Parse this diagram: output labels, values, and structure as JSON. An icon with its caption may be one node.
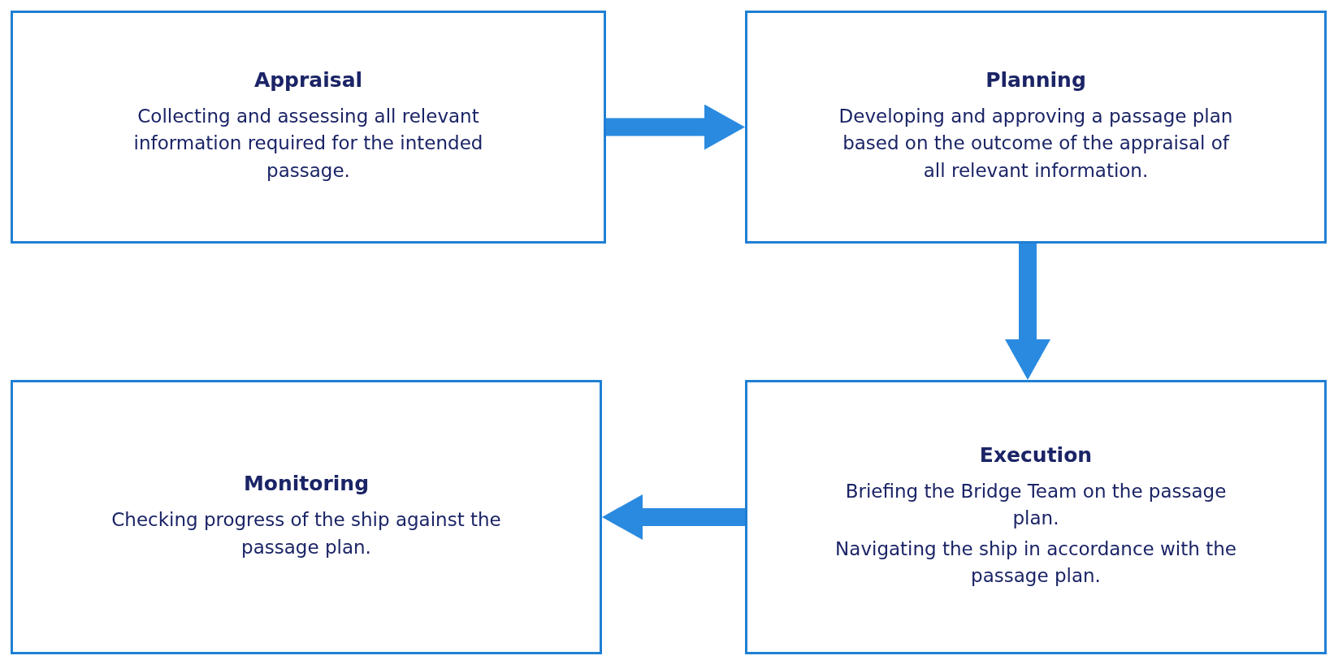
{
  "diagram": {
    "nodes": [
      {
        "text": [
          "Appraisal",
          "Collecting and assessing all relevant information required for the intended passage."
        ]
      },
      {
        "text": [
          "Planning",
          "Developing and approving a passage plan based on the outcome of the appraisal of all relevant information."
        ]
      },
      {
        "text": [
          "Monitoring",
          "Checking progress of the ship against the passage plan."
        ]
      },
      {
        "text": [
          "Execution",
          "Briefing the Bridge Team on the passage plan.",
          "Navigating the ship in accordance with the passage plan."
        ]
      }
    ],
    "edges": [
      {
        "from": 0,
        "to": 1,
        "arrow": "to"
      },
      {
        "from": 1,
        "to": 3,
        "arrow": "to"
      },
      {
        "from": 3,
        "to": 2,
        "arrow": "to"
      }
    ]
  }
}
